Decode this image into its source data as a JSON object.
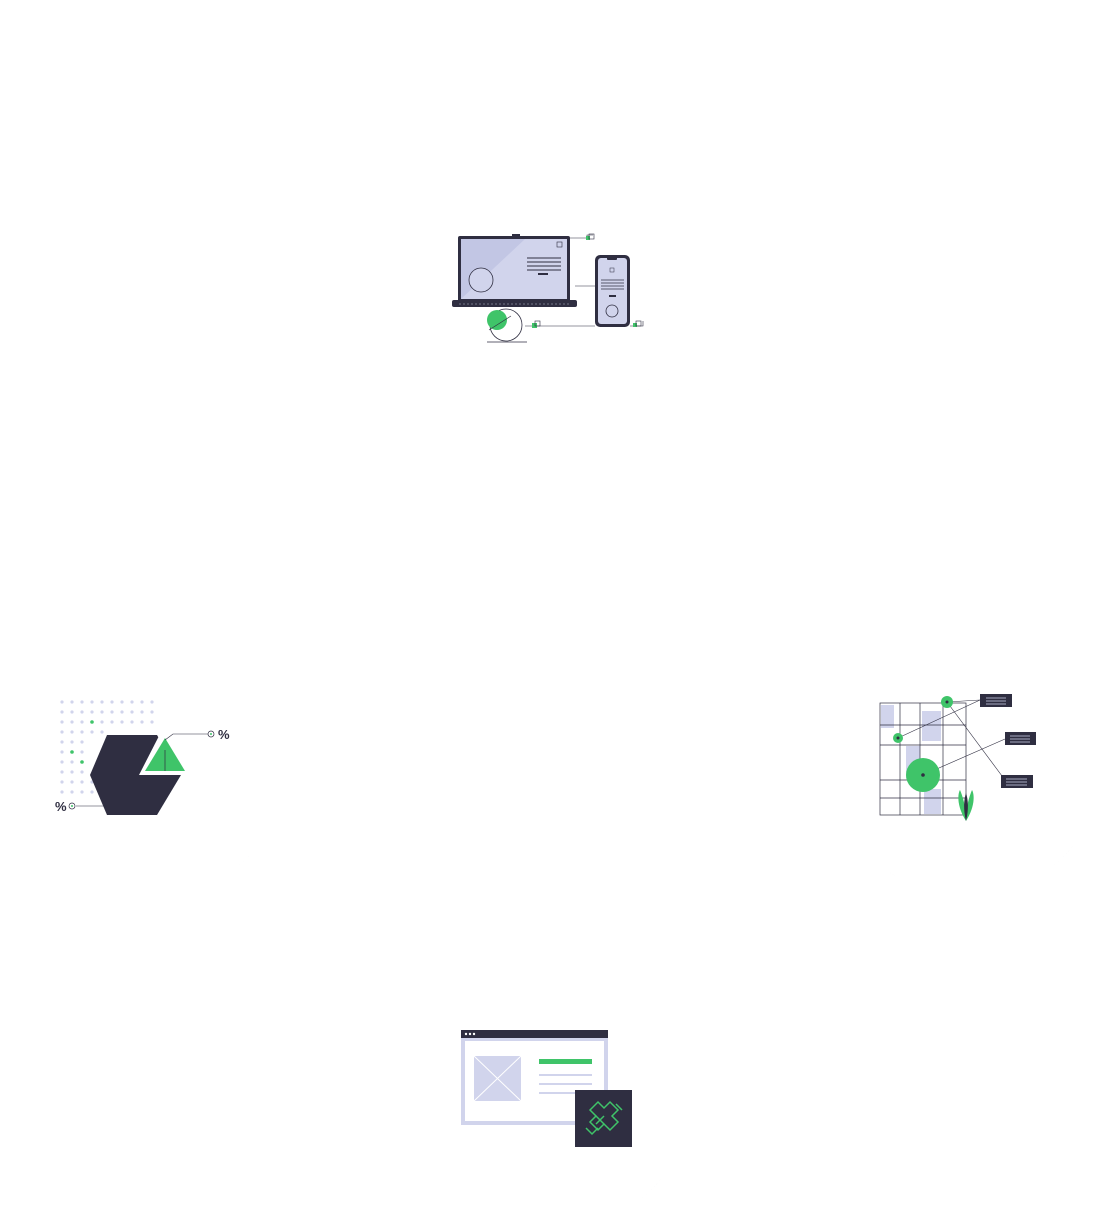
{
  "colors": {
    "dark": "#2f2e41",
    "accent": "#3fc469",
    "muted": "#d1d4ec",
    "line": "#b9bccf"
  },
  "nodes": [
    {
      "name": "devices",
      "icon": "laptop-phone-icon"
    },
    {
      "name": "analytics",
      "icon": "hexagon-chart-icon"
    },
    {
      "name": "map",
      "icon": "map-pins-icon"
    },
    {
      "name": "webpage",
      "icon": "browser-window-icon"
    }
  ],
  "labels": {
    "percent_a": "%",
    "percent_b": "%"
  }
}
